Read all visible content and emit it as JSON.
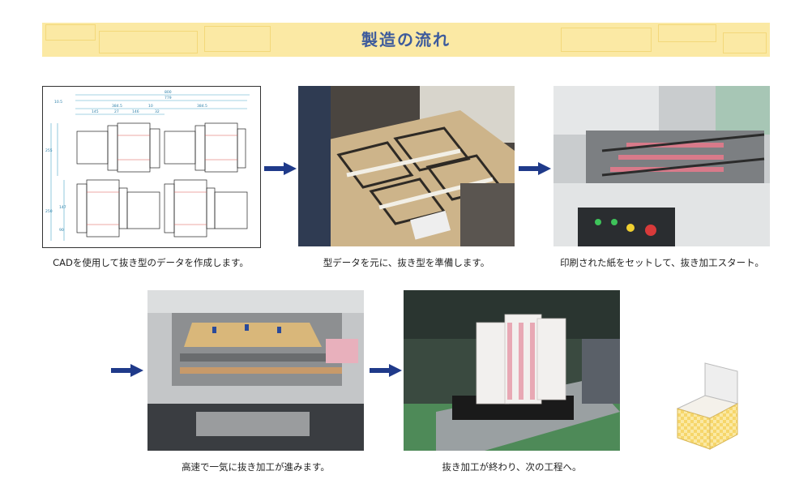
{
  "banner": {
    "title": "製造の流れ"
  },
  "steps": [
    {
      "caption": "CADを使用して抜き型のデータを作成します。"
    },
    {
      "caption": "型データを元に、抜き型を準備します。"
    },
    {
      "caption": "印刷された紙をセットして、抜き加工スタート。"
    },
    {
      "caption": "高速で一気に抜き加工が進みます。"
    },
    {
      "caption": "抜き加工が終わり、次の工程へ。"
    }
  ],
  "cad": {
    "dims": [
      "800",
      "779",
      "10.5",
      "384.5",
      "10",
      "384.5",
      "145",
      "27",
      "146",
      "32",
      "255",
      "250",
      "147",
      "90"
    ]
  },
  "colors": {
    "title": "#3d5b9c",
    "banner": "#fbe9a4",
    "arrow": "#1f3a8a"
  }
}
